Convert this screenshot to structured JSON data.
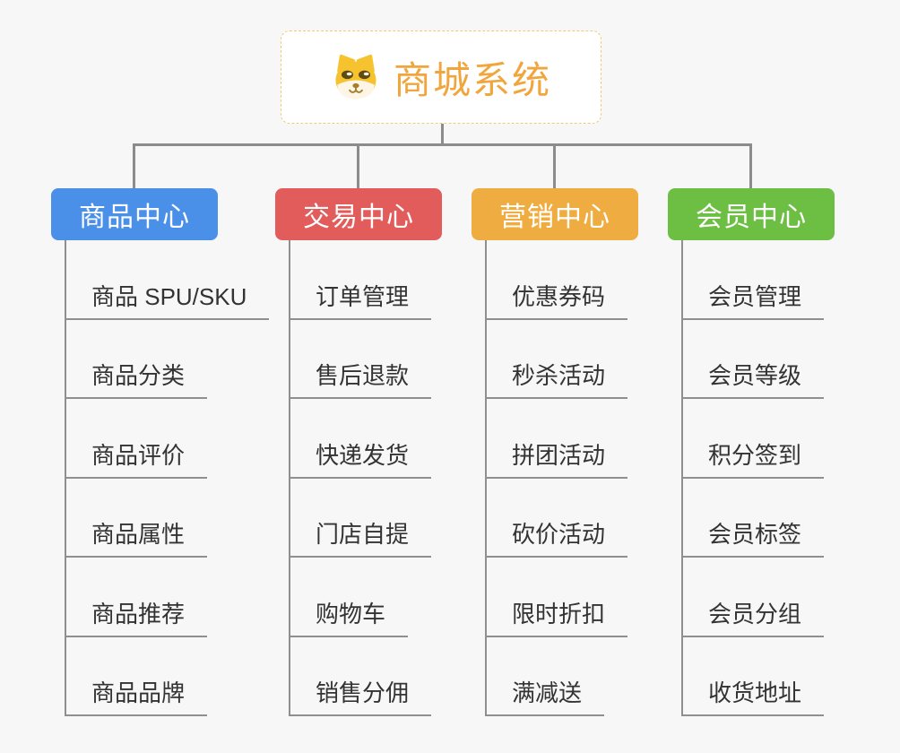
{
  "root": {
    "title": "商城系统",
    "icon": "dog-face-icon"
  },
  "colors": {
    "background": "#f7f7f7",
    "root_text": "#f0a63c",
    "root_border_dashed": "#f2c979",
    "connector_line": "#8c8c8c",
    "leaf_line": "#8f8f8f",
    "leaf_text": "#333333",
    "branch_product": "#4a8fe8",
    "branch_trade": "#e25c5c",
    "branch_marketing": "#efad41",
    "branch_member": "#6dbf43"
  },
  "branches": [
    {
      "label": "商品中心",
      "color": "#4a8fe8",
      "items": [
        "商品 SPU/SKU",
        "商品分类",
        "商品评价",
        "商品属性",
        "商品推荐",
        "商品品牌"
      ]
    },
    {
      "label": "交易中心",
      "color": "#e25c5c",
      "items": [
        "订单管理",
        "售后退款",
        "快递发货",
        "门店自提",
        "购物车",
        "销售分佣"
      ]
    },
    {
      "label": "营销中心",
      "color": "#efad41",
      "items": [
        "优惠券码",
        "秒杀活动",
        "拼团活动",
        "砍价活动",
        "限时折扣",
        "满减送"
      ]
    },
    {
      "label": "会员中心",
      "color": "#6dbf43",
      "items": [
        "会员管理",
        "会员等级",
        "积分签到",
        "会员标签",
        "会员分组",
        "收货地址"
      ]
    }
  ]
}
